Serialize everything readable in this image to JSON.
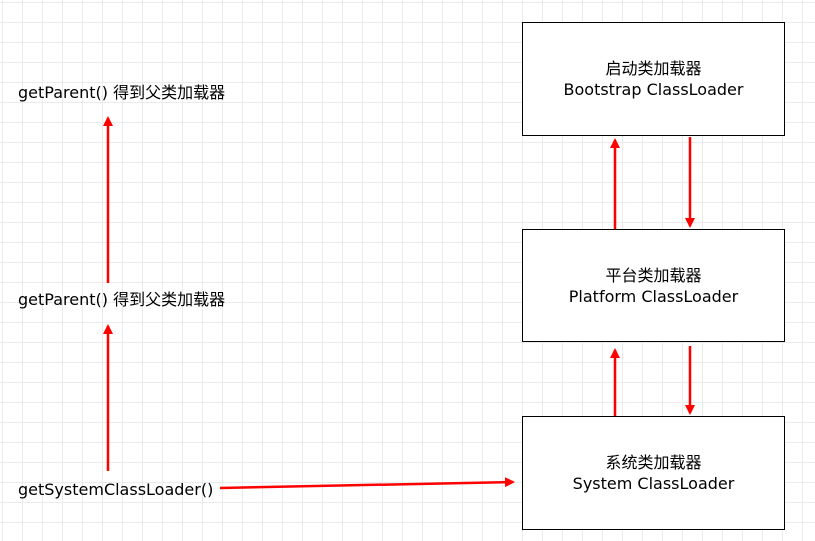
{
  "labels": {
    "get_parent_top": "getParent() 得到父类加载器",
    "get_parent_middle": "getParent() 得到父类加载器",
    "get_system_class_loader": "getSystemClassLoader()"
  },
  "boxes": {
    "bootstrap": {
      "chinese": "启动类加载器",
      "english": "Bootstrap ClassLoader"
    },
    "platform": {
      "chinese": "平台类加载器",
      "english": "Platform ClassLoader"
    },
    "system": {
      "chinese": "系统类加载器",
      "english": "System ClassLoader"
    }
  },
  "colors": {
    "arrow": "#ff0000",
    "box_border": "#000000",
    "grid": "#ebebeb",
    "background": "#ffffff"
  }
}
